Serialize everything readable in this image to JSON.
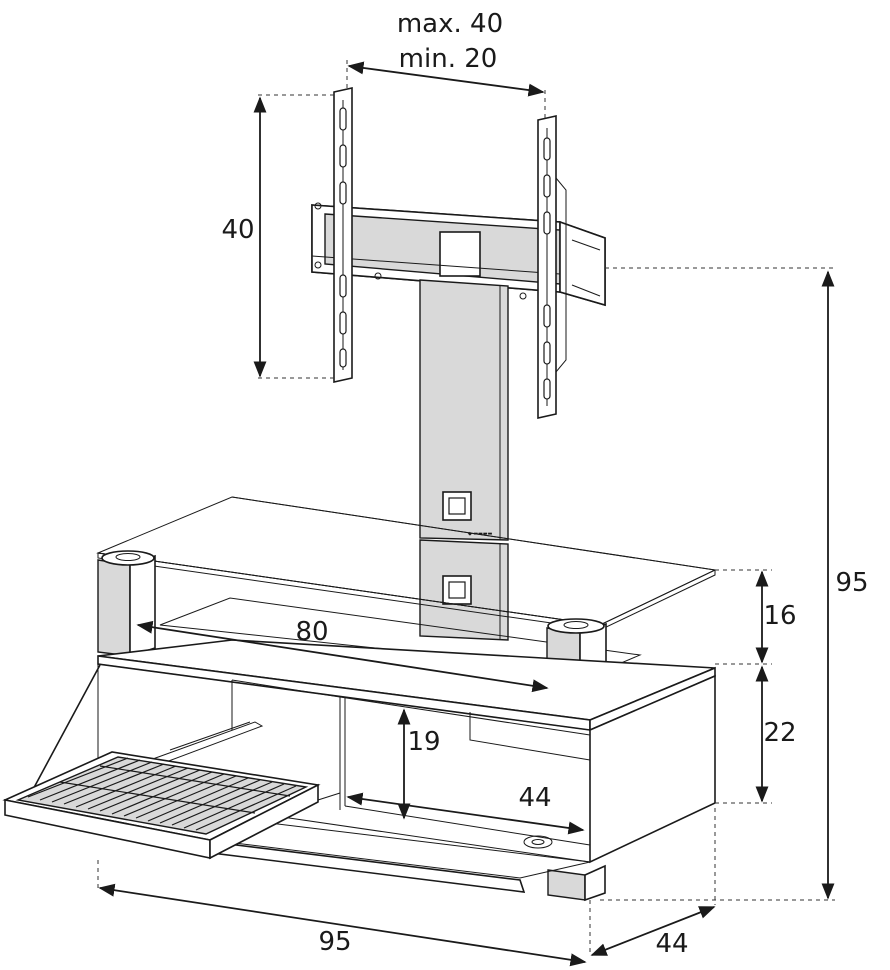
{
  "dimensions": {
    "vesa_spread_max": "max. 40",
    "vesa_spread_min": "min. 20",
    "vesa_height": "40",
    "total_height": "95",
    "glass_height": "16",
    "glass_width": "80",
    "cabinet_height": "22",
    "compartment_height": "19",
    "compartment_depth": "44",
    "total_width": "95",
    "total_depth": "44"
  }
}
